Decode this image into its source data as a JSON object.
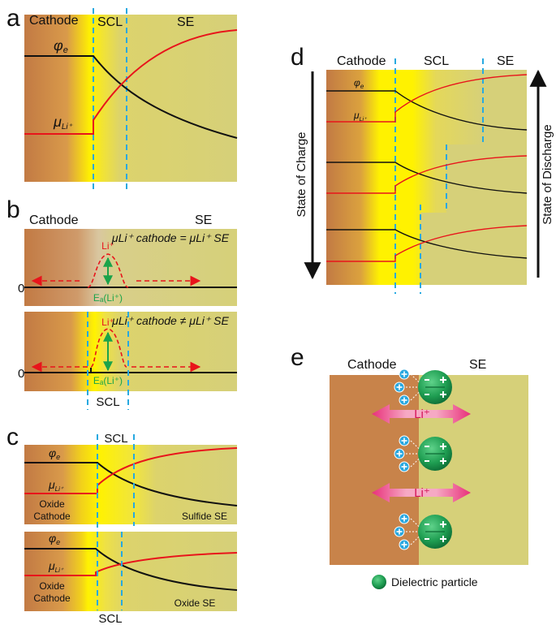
{
  "panel_a": {
    "letter": "a",
    "cathode": "Cathode",
    "scl": "SCL",
    "se": "SE",
    "phi": "φ",
    "phi_sub": "e",
    "mu": "μ",
    "mu_sub": "Li⁺"
  },
  "panel_b": {
    "letter": "b",
    "cathode": "Cathode",
    "se": "SE",
    "zero": "0",
    "li": "Li⁺",
    "ea": "Eₐ(Li⁺)",
    "eq_top": "μLi⁺ cathode = μLi⁺ SE",
    "eq_bottom": "μLi⁺ cathode ≠ μLi⁺ SE",
    "scl": "SCL"
  },
  "panel_c": {
    "letter": "c",
    "scl_top": "SCL",
    "scl_bottom": "SCL",
    "phi": "φ",
    "phi_sub": "e",
    "mu": "μ",
    "mu_sub": "Li⁺",
    "oxide": "Oxide",
    "cathode": "Cathode",
    "sulfide_se": "Sulfide SE",
    "oxide_se": "Oxide SE"
  },
  "panel_d": {
    "letter": "d",
    "cathode": "Cathode",
    "scl": "SCL",
    "se": "SE",
    "phi": "φ",
    "phi_sub": "e",
    "mu": "μ",
    "mu_sub": "Li⁺",
    "state_of_charge": "State of Charge",
    "state_of_discharge": "State of Discharge"
  },
  "panel_e": {
    "letter": "e",
    "cathode": "Cathode",
    "se": "SE",
    "li": "Li⁺",
    "legend": "Dielectric particle"
  },
  "colors": {
    "cathode": "#c8834a",
    "se": "#d6d079",
    "scl": "#fff200",
    "phi_line": "#111111",
    "mu_line": "#e8141b",
    "dash_blue": "#27a9e1",
    "ea_green": "#1aa34a"
  }
}
